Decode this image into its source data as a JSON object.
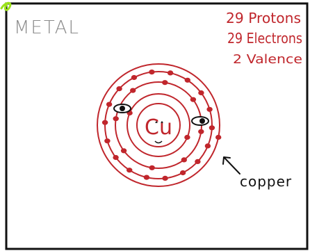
{
  "labels": {
    "category": "METAL",
    "protons": "29 Protons",
    "electrons": "29 Electrons",
    "valence": "2 Valence",
    "symbol": "Cu",
    "element_name": "copper"
  },
  "colors": {
    "ink_red": "#c0262c",
    "ink_black": "#111111",
    "ink_gray": "#8a8a8a",
    "corner_mark": "#9be21a",
    "frame": "#111111"
  },
  "atom": {
    "shell_electron_counts": [
      2,
      8,
      18,
      1
    ]
  }
}
